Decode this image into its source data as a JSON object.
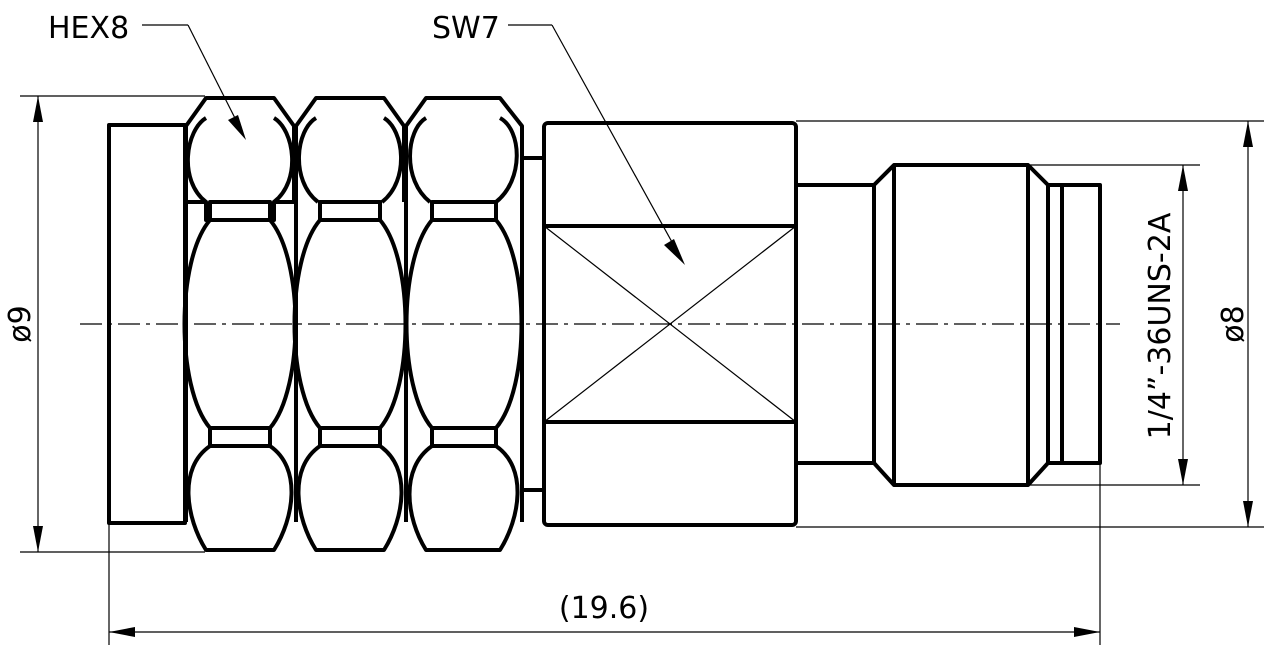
{
  "labels": {
    "hex": "HEX8",
    "wrench": "SW7",
    "dia_left": "ø9",
    "dia_right": "ø8",
    "thread": "1/4”-36UNS-2A",
    "length": "(19.6)"
  }
}
